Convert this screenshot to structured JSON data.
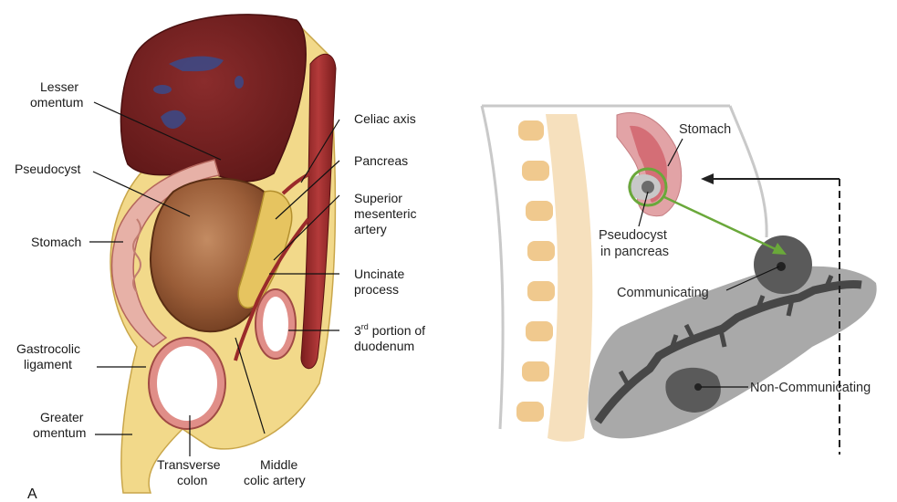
{
  "panel_a": {
    "letter": "A",
    "labels": {
      "lesser_omentum": [
        "Lesser",
        "omentum"
      ],
      "pseudocyst": "Pseudocyst",
      "stomach": "Stomach",
      "gastrocolic_ligament": [
        "Gastrocolic",
        "ligament"
      ],
      "greater_omentum": [
        "Greater",
        "omentum"
      ],
      "transverse_colon": [
        "Transverse",
        "colon"
      ],
      "middle_colic_artery": [
        "Middle",
        "colic artery"
      ],
      "celiac_axis": "Celiac axis",
      "pancreas": "Pancreas",
      "superior_mesenteric_artery": [
        "Superior",
        "mesenteric",
        "artery"
      ],
      "uncinate_process": [
        "Uncinate",
        "process"
      ],
      "duodenum_ordinal": "3",
      "duodenum_superscript": "rd",
      "duodenum_line1_rest": " portion of",
      "duodenum_line2": "duodenum"
    }
  },
  "panel_b": {
    "labels": {
      "stomach": "Stomach",
      "pseudocyst": [
        "Pseudocyst",
        "in pancreas"
      ],
      "communicating": "Communicating",
      "non_communicating": "Non-Communicating"
    },
    "colors": {
      "spine": "#f3d3a6",
      "stomach": "#d9828a",
      "pancreas": "#a9a9a9",
      "duct": "#4a4a4a",
      "highlight_ring": "#6aa83a"
    }
  }
}
